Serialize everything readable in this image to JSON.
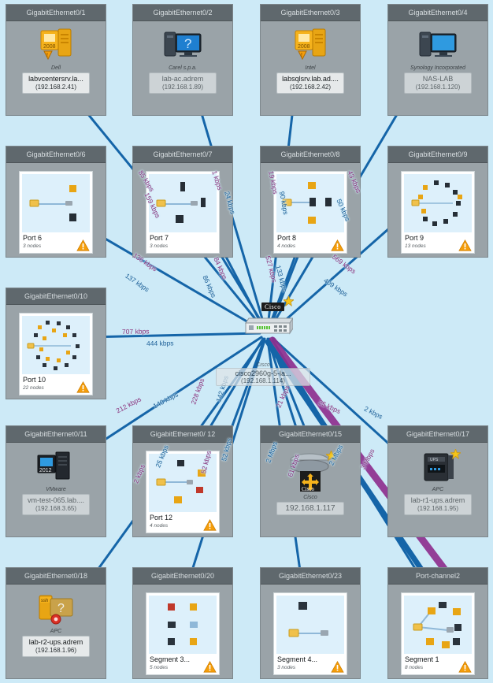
{
  "map": {
    "background_color": "#cdeaf7",
    "link_color": "#1565a8",
    "trunk_color": "#8e2f8e",
    "inbound_label_color": "#1a5d96",
    "outbound_label_color": "#8b2f7a"
  },
  "center_device": {
    "vendor": "Cisco",
    "name": "cisco2960g-5-la...",
    "ip": "(192.168.1.114)",
    "brand_tag": "Cisco",
    "icon": "switch-icon",
    "favorite": "star-icon"
  },
  "panels": [
    {
      "id": "gi0-1",
      "title": "GigabitEthernet0/1",
      "kind": "device",
      "icon": "server-windows-2008-icon",
      "icon_state": "alert",
      "vendor": "Dell",
      "name": "labvcentersrv.la...",
      "ip": "(192.168.2.41)",
      "dim": false
    },
    {
      "id": "gi0-2",
      "title": "GigabitEthernet0/2",
      "kind": "device",
      "icon": "workstation-unknown-icon",
      "icon_state": "unknown",
      "vendor": "Carel s.p.a.",
      "name": "lab-ac.adrem",
      "ip": "(192.168.1.89)",
      "dim": true
    },
    {
      "id": "gi0-3",
      "title": "GigabitEthernet0/3",
      "kind": "device",
      "icon": "server-windows-2008-icon",
      "icon_state": "alert",
      "vendor": "Intel",
      "name": "labsqlsrv.lab.ad....",
      "ip": "(192.168.2.42)",
      "dim": false
    },
    {
      "id": "gi0-4",
      "title": "GigabitEthernet0/4",
      "kind": "device",
      "icon": "workstation-icon",
      "icon_state": "normal",
      "vendor": "Synology Incorporated",
      "name": "NAS-LAB",
      "ip": "(192.168.1.120)",
      "dim": true
    },
    {
      "id": "gi0-6",
      "title": "GigabitEthernet0/6",
      "kind": "map",
      "map_title": "Port 6",
      "map_subtitle": "3 nodes",
      "warning": true,
      "node_count": 3
    },
    {
      "id": "gi0-7",
      "title": "GigabitEthernet0/7",
      "kind": "map",
      "map_title": "Port 7",
      "map_subtitle": "3 nodes",
      "warning": false,
      "node_count": 3
    },
    {
      "id": "gi0-8",
      "title": "GigabitEthernet0/8",
      "kind": "map",
      "map_title": "Port 8",
      "map_subtitle": "4 nodes",
      "warning": true,
      "node_count": 4
    },
    {
      "id": "gi0-9",
      "title": "GigabitEthernet0/9",
      "kind": "map",
      "map_title": "Port 9",
      "map_subtitle": "13 nodes",
      "warning": true,
      "node_count": 13
    },
    {
      "id": "gi0-10",
      "title": "GigabitEthernet0/10",
      "kind": "map",
      "map_title": "Port 10",
      "map_subtitle": "22 nodes",
      "warning": true,
      "node_count": 22
    },
    {
      "id": "gi0-11",
      "title": "GigabitEthernet0/11",
      "kind": "device",
      "icon": "server-windows-2012-icon",
      "icon_state": "normal",
      "vendor": "VMware",
      "name": "vm-test-065.lab....",
      "ip": "(192.168.3.65)",
      "dim": true
    },
    {
      "id": "gi0-12",
      "title": "GigabitEthernet0/ 12",
      "kind": "map",
      "map_title": "Port 12",
      "map_subtitle": "4 nodes",
      "warning": true,
      "node_count": 4
    },
    {
      "id": "gi0-15",
      "title": "GigabitEthernet0/15",
      "kind": "device",
      "icon": "router-icon",
      "icon_state": "favorite",
      "vendor": "Cisco",
      "name": "192.168.1.117",
      "ip": "",
      "dim": true
    },
    {
      "id": "gi0-17",
      "title": "GigabitEthernet0/17",
      "kind": "device",
      "icon": "ups-icon",
      "icon_state": "favorite",
      "vendor": "APC",
      "name": "lab-r1-ups.adrem",
      "ip": "(192.168.1.95)",
      "dim": true
    },
    {
      "id": "gi0-18",
      "title": "GigabitEthernet0/18",
      "kind": "device",
      "icon": "ssh-unknown-icon",
      "icon_state": "critical",
      "vendor": "APC",
      "name": "lab-r2-ups.adrem",
      "ip": "(192.168.1.96)",
      "dim": false
    },
    {
      "id": "gi0-20",
      "title": "GigabitEthernet0/20",
      "kind": "map",
      "map_title": "Segment  3...",
      "map_subtitle": "5 nodes",
      "warning": true,
      "node_count": 6
    },
    {
      "id": "gi0-23",
      "title": "GigabitEthernet0/23",
      "kind": "map",
      "map_title": "Segment  4...",
      "map_subtitle": "3 nodes",
      "warning": true,
      "node_count": 3
    },
    {
      "id": "po2",
      "title": "Port-channel2",
      "kind": "map",
      "map_title": "Segment 1",
      "map_subtitle": "8 nodes",
      "warning": true,
      "node_count": 8
    }
  ],
  "link_labels": [
    {
      "text": "85 kbps",
      "dir": "in"
    },
    {
      "text": "159 kbps",
      "dir": "out"
    },
    {
      "text": "1 kbps",
      "dir": "in"
    },
    {
      "text": "24 kbps",
      "dir": "out"
    },
    {
      "text": "136 kbps",
      "dir": "in"
    },
    {
      "text": "137 kbps",
      "dir": "out"
    },
    {
      "text": "84 kbps",
      "dir": "in"
    },
    {
      "text": "86 kbps",
      "dir": "out"
    },
    {
      "text": "19 kbps",
      "dir": "in"
    },
    {
      "text": "90 kbps",
      "dir": "out"
    },
    {
      "text": "43 kbps",
      "dir": "in"
    },
    {
      "text": "50 kbps",
      "dir": "out"
    },
    {
      "text": "527 kbps",
      "dir": "out"
    },
    {
      "text": "133 kbps",
      "dir": "out"
    },
    {
      "text": "569 kbps",
      "dir": "in"
    },
    {
      "text": "409 kbps",
      "dir": "out"
    },
    {
      "text": "707 kbps",
      "dir": "in"
    },
    {
      "text": "444 kbps",
      "dir": "out"
    },
    {
      "text": "212 kbps",
      "dir": "in"
    },
    {
      "text": "140 kbps",
      "dir": "out"
    },
    {
      "text": "228 kbps",
      "dir": "out"
    },
    {
      "text": "142 kbps",
      "dir": "out"
    },
    {
      "text": "2 kbps",
      "dir": "in"
    },
    {
      "text": "25 kbps",
      "dir": "out"
    },
    {
      "text": "52 kbps",
      "dir": "in"
    },
    {
      "text": "52 kbps",
      "dir": "out"
    },
    {
      "text": "21 kbps",
      "dir": "out"
    },
    {
      "text": "25 kbps",
      "dir": "in"
    },
    {
      "text": "2 kbps",
      "dir": "in"
    },
    {
      "text": "2 Mbps",
      "dir": "in"
    },
    {
      "text": "61 kbps",
      "dir": "out"
    },
    {
      "text": "2 Mbps",
      "dir": "out"
    },
    {
      "text": "3 Mbps",
      "dir": "in"
    }
  ]
}
